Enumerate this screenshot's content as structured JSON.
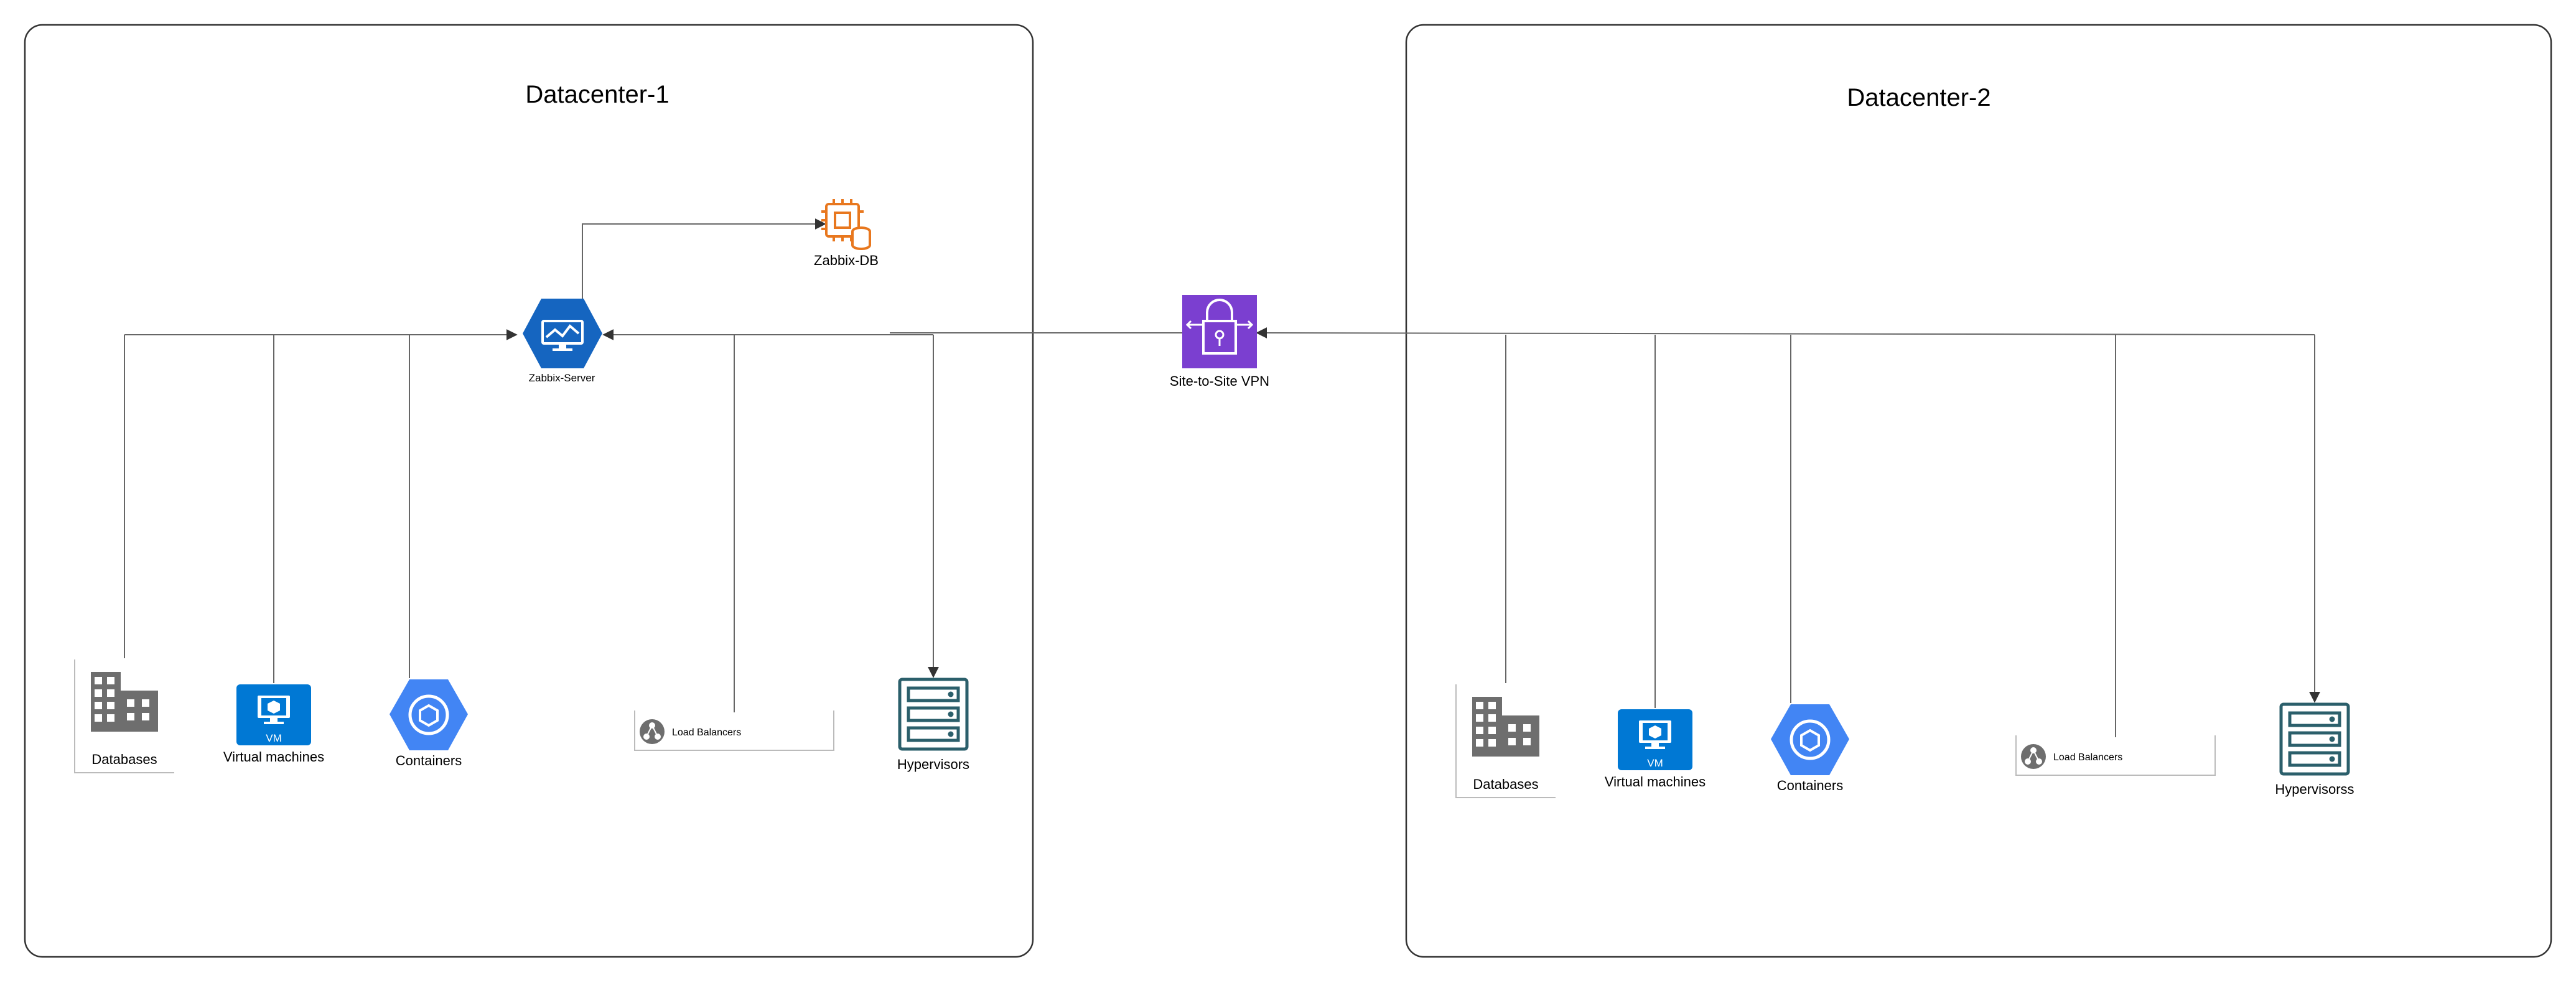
{
  "datacenters": [
    {
      "title": "Datacenter-1",
      "nodes": {
        "zabbix_server": "Zabbix-Server",
        "zabbix_db": "Zabbix-DB",
        "databases": "Databases",
        "virtual_machines": "Virtual machines",
        "vm_badge": "VM",
        "containers": "Containers",
        "load_balancers": "Load Balancers",
        "hypervisors": "Hypervisors"
      }
    },
    {
      "title": "Datacenter-2",
      "nodes": {
        "databases": "Databases",
        "virtual_machines": "Virtual machines",
        "vm_badge": "VM",
        "containers": "Containers",
        "load_balancers": "Load Balancers",
        "hypervisors": "Hypervisorss"
      }
    }
  ],
  "vpn": {
    "label": "Site-to-Site VPN"
  },
  "colors": {
    "frame": "#333333",
    "connector": "#666666",
    "zabbix_blue": "#1565c0",
    "vm_blue": "#0078d4",
    "container_blue": "#4285f4",
    "vpn_purple": "#7b3fd0",
    "db_orange": "#e8771e",
    "hypervisor_teal": "#2b5f6b",
    "building_gray": "#6e6e6e"
  },
  "icons": [
    "monitor-icon",
    "chip-database-icon",
    "building-icon",
    "vm-icon",
    "container-icon",
    "load-balancer-icon",
    "server-rack-icon",
    "lock-icon"
  ]
}
